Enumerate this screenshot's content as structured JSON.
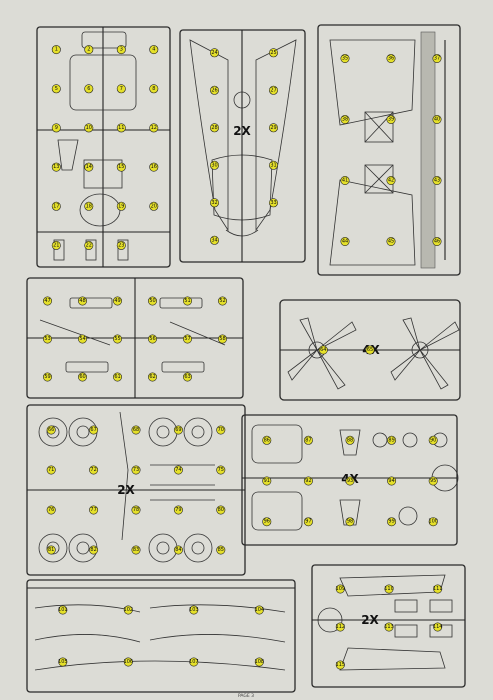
{
  "page": {
    "footer": "PAGE 3",
    "accent_color": "#e5e02a",
    "line_color": "#222222",
    "paper_color": "#dcdcd6"
  },
  "sprues": [
    {
      "id": "sprue-a",
      "multiplier": "",
      "labels": [
        "1",
        "2",
        "3",
        "4",
        "5",
        "6",
        "7",
        "8",
        "9",
        "10",
        "11",
        "12",
        "13",
        "14",
        "15",
        "16",
        "17",
        "18",
        "19",
        "20",
        "21",
        "22",
        "23"
      ]
    },
    {
      "id": "sprue-b",
      "multiplier": "2X",
      "labels": [
        "24",
        "25",
        "26",
        "27",
        "28",
        "29",
        "30",
        "31",
        "32",
        "33",
        "34"
      ]
    },
    {
      "id": "sprue-c",
      "multiplier": "",
      "labels": [
        "35",
        "36",
        "37",
        "38",
        "39",
        "40",
        "41",
        "42",
        "43",
        "44",
        "45",
        "46"
      ]
    },
    {
      "id": "sprue-d",
      "multiplier": "",
      "labels": [
        "47",
        "48",
        "49",
        "50",
        "51",
        "52",
        "53",
        "54",
        "55",
        "56",
        "57",
        "58",
        "59",
        "60",
        "61",
        "62",
        "63"
      ]
    },
    {
      "id": "sprue-e",
      "multiplier": "4X",
      "labels": [
        "64",
        "65"
      ]
    },
    {
      "id": "sprue-f",
      "multiplier": "2X",
      "labels": [
        "66",
        "67",
        "68",
        "69",
        "70",
        "71",
        "72",
        "73",
        "74",
        "75",
        "76",
        "77",
        "78",
        "79",
        "80",
        "81",
        "82",
        "83",
        "84",
        "85"
      ]
    },
    {
      "id": "sprue-g",
      "multiplier": "4X",
      "labels": [
        "86",
        "87",
        "88",
        "89",
        "90",
        "91",
        "92",
        "93",
        "94",
        "95",
        "96",
        "97",
        "98",
        "99",
        "100"
      ]
    },
    {
      "id": "sprue-h",
      "multiplier": "",
      "labels": [
        "101",
        "102",
        "103",
        "104",
        "105",
        "106",
        "107",
        "108"
      ]
    },
    {
      "id": "sprue-i",
      "multiplier": "2X",
      "labels": [
        "109",
        "110",
        "111",
        "112",
        "113",
        "114",
        "115"
      ]
    }
  ]
}
